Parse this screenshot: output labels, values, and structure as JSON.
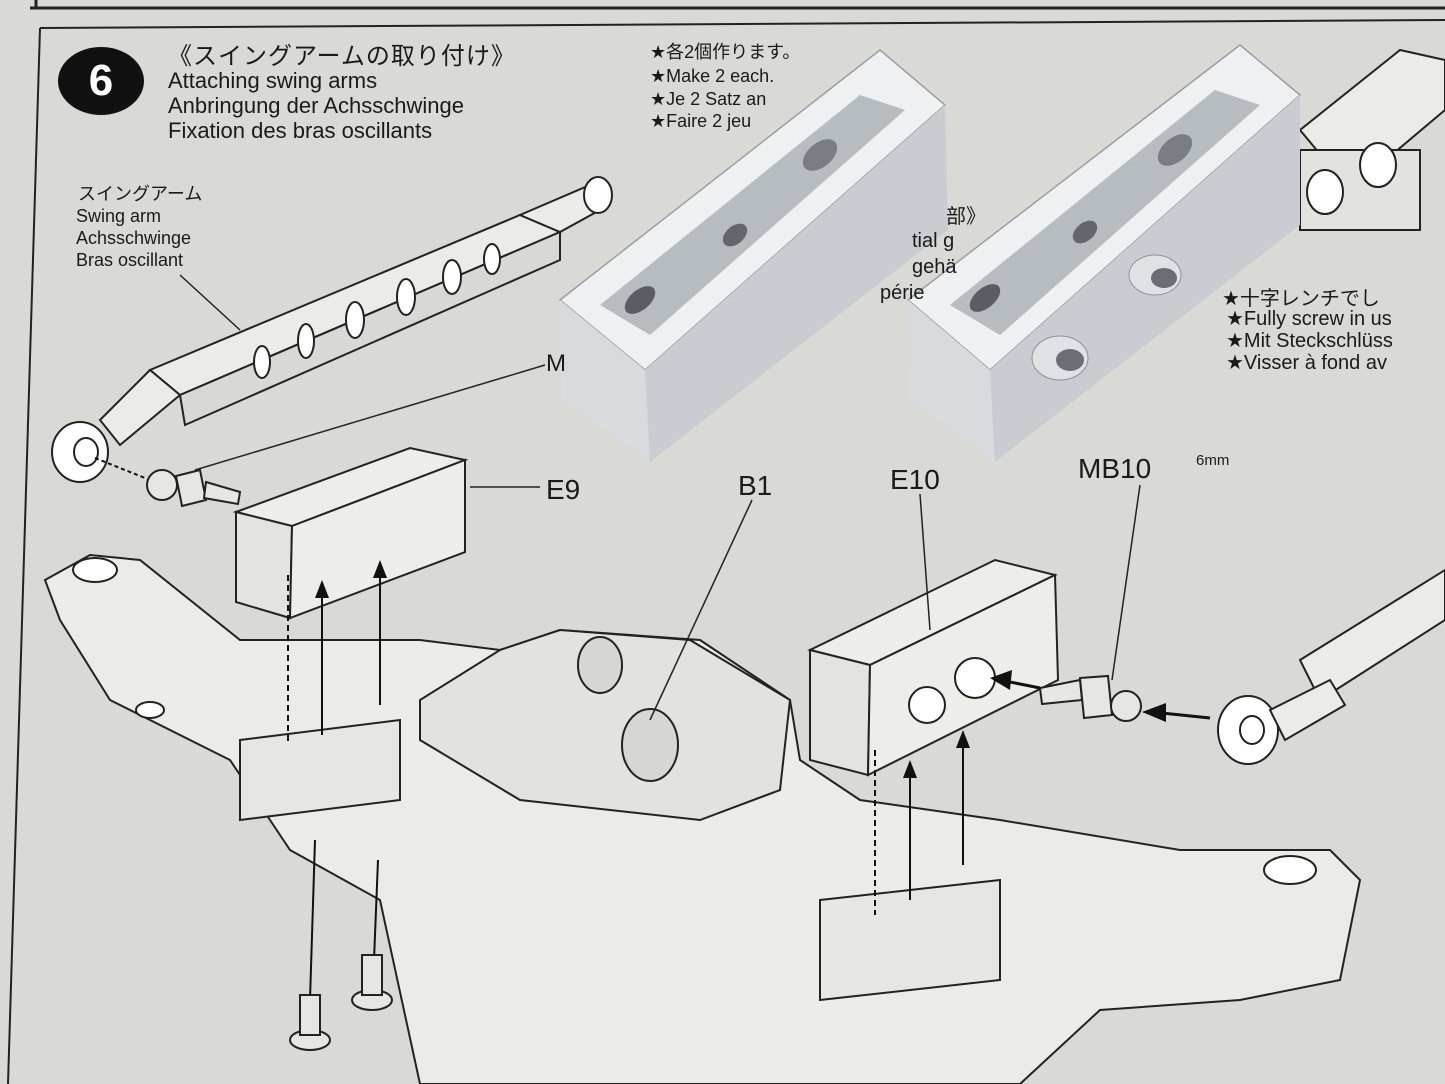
{
  "step": {
    "number": "6",
    "title_ja": "《スイングアームの取り付け》",
    "title_en": "Attaching swing arms",
    "title_de": "Anbringung der Achsschwinge",
    "title_fr": "Fixation des bras oscillants"
  },
  "notes": {
    "ja": "★各2個作ります。",
    "en": "★Make 2 each.",
    "de": "★Je 2 Satz an",
    "fr": "★Faire 2 jeu"
  },
  "swing_arm_label": {
    "ja": "スイングアーム",
    "en": "Swing arm",
    "de": "Achsschwinge",
    "fr": "Bras oscillant"
  },
  "parts": {
    "e9": "E9",
    "b1": "B1",
    "e10": "E10",
    "mb10": "MB10",
    "mb10_size": "6mm",
    "m_label": "M"
  },
  "right_notes": {
    "ja": "★十字レンチでし",
    "en": "★Fully screw in us",
    "de": "★Mit Steckschlüss",
    "fr": "★Visser à fond av"
  },
  "fragments": {
    "f1": "部》",
    "f2": "tial g",
    "f3": "gehä",
    "f4": "périe"
  },
  "colors": {
    "paper": "#d9d9d6",
    "ink": "#1a1a1a",
    "aluminum_light": "#eef0f2",
    "aluminum_mid": "#c9cdd1",
    "aluminum_dark": "#8e9297"
  }
}
